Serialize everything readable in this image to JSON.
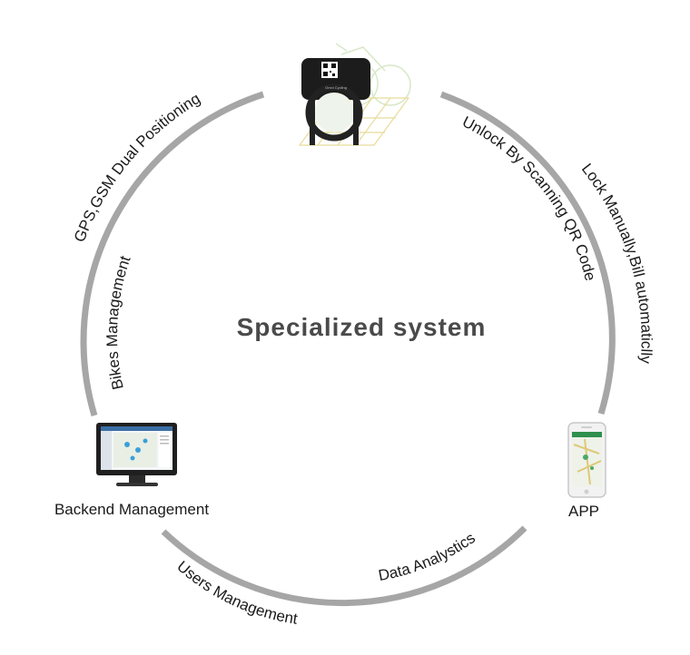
{
  "title": "Specialized system",
  "nodes": {
    "lock": {
      "icon": "smart-bike-lock-icon",
      "brand_text": "Omni Cycling"
    },
    "backend": {
      "icon": "desktop-monitor-icon",
      "label": "Backend Management"
    },
    "app": {
      "icon": "smartphone-app-icon",
      "label": "APP"
    }
  },
  "arc_labels": {
    "gps": "GPS,GSM Dual Positioning",
    "bikes": "Bikes Management",
    "unlock": "Unlock By Scanning QR Code",
    "lock_manual": "Lock Manually,Bill automaticlly",
    "data": "Data Analystics",
    "users": "Users Management"
  },
  "colors": {
    "ring": "#a6a6a6",
    "title": "#4a4a4a",
    "text": "#1a1a1a"
  }
}
